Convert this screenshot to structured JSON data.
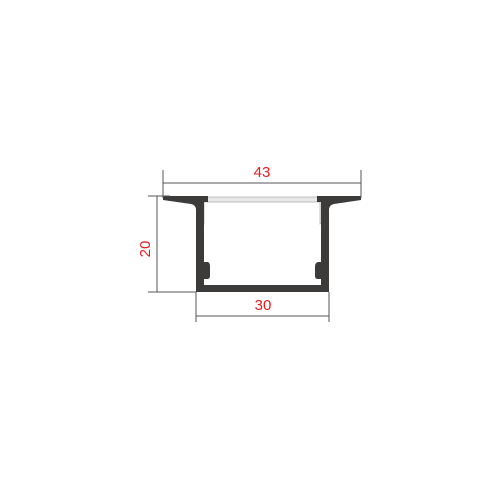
{
  "diagram": {
    "dimensions": {
      "overall_width": "43",
      "height": "20",
      "inner_width": "30"
    },
    "colors": {
      "dimension_text": "#e02020",
      "dimension_line": "#555555",
      "profile_fill": "#3d3a3a",
      "diffuser_fill": "#e8e8e8",
      "diffuser_stroke": "#b0b0b0"
    }
  }
}
